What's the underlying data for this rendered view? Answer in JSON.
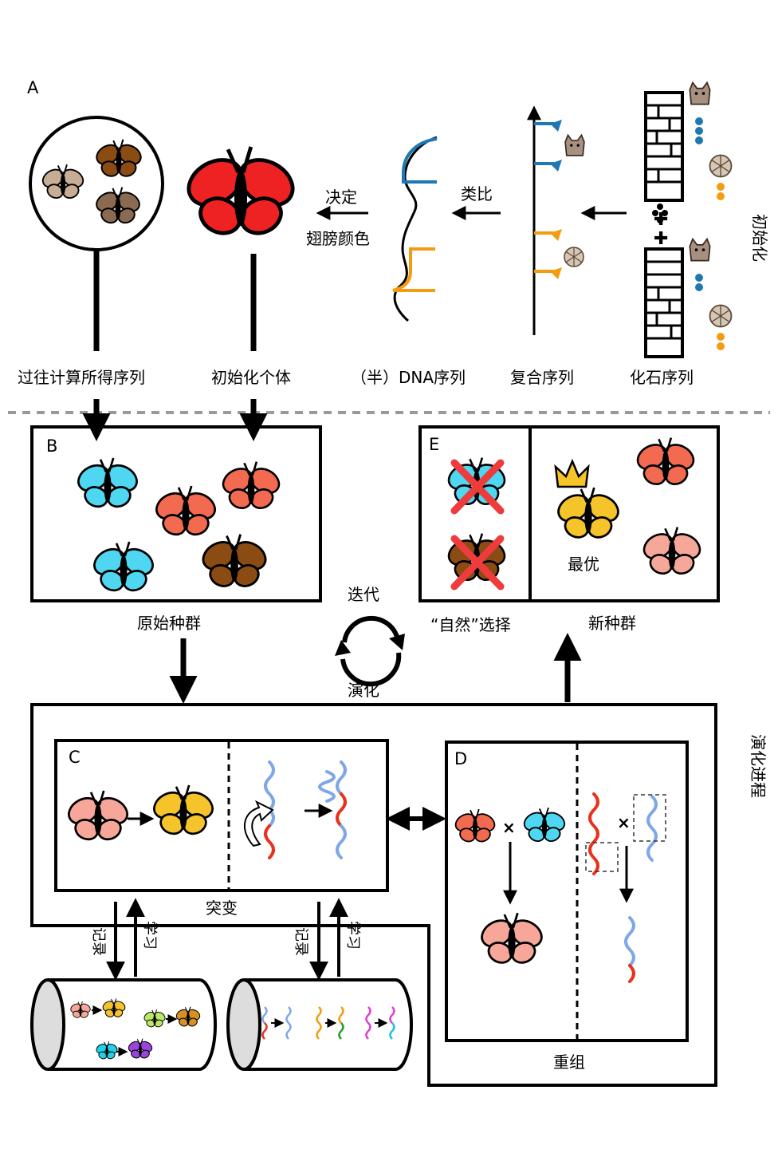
{
  "panels": {
    "a": "A",
    "b": "B",
    "c": "C",
    "d": "D",
    "e": "E"
  },
  "sections": {
    "initialization": "初始化",
    "evolution_process": "演化进程"
  },
  "sequences": {
    "past_computed": "过往计算所得序列",
    "initial_individual": "初始化个体",
    "semi_dna": "（半）DNA序列",
    "composite": "复合序列",
    "fossil": "化石序列"
  },
  "arrows": {
    "decides": "决定",
    "wing_color": "翅膀颜色",
    "analogy": "类比"
  },
  "population": {
    "original": "原始种群",
    "natural_selection": "“自然”选择",
    "new_population": "新种群",
    "best": "最优"
  },
  "cycle": {
    "iterate": "迭代",
    "evolve": "演化"
  },
  "operations": {
    "mutation": "突变",
    "recombination": "重组",
    "record": "记录",
    "learn": "学习"
  },
  "colors": {
    "blue_strand": "#1f77b4",
    "orange_strand": "#f39c12",
    "red_wing": "#ee2222",
    "cyan_wing": "#4fd6f0",
    "coral_wing": "#f26a50",
    "brown_wing": "#8b4c14",
    "yellow_wing": "#f5c32a",
    "pink_wing": "#f6a79a",
    "mutation_red": "#e8321e",
    "mutation_blue": "#7fa7e8"
  },
  "icons": [
    "magnifier-icon",
    "butterfly-icon",
    "dna-strand-icon",
    "fossil-icon",
    "crown-icon",
    "cycle-arrows-icon",
    "cylinder-record-icon",
    "cross-out-icon"
  ]
}
